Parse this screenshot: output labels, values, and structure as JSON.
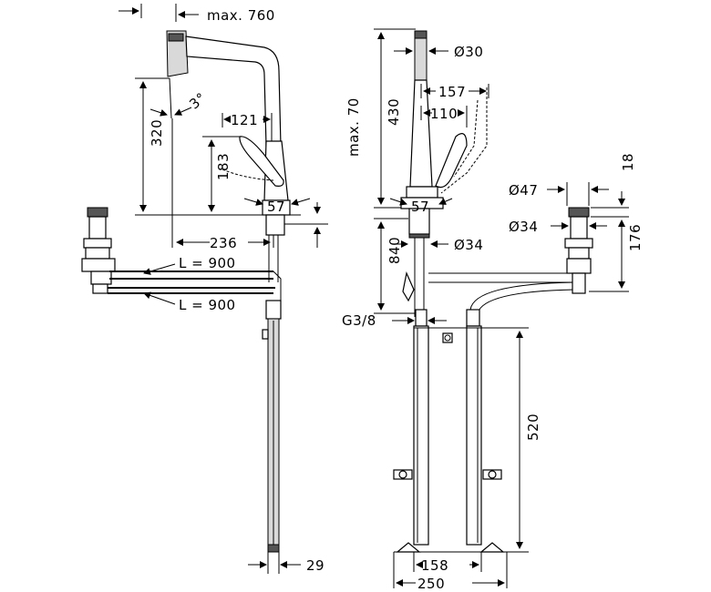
{
  "labels": {
    "max760": "max. 760",
    "angle3": "3°",
    "d121": "121",
    "d320": "320",
    "d183": "183",
    "max70": "max. 70",
    "d57_left": "57",
    "d236": "236",
    "l900_top": "L = 900",
    "l900_bottom": "L = 900",
    "d29": "29",
    "d430": "430",
    "dia30": "Ø30",
    "d157": "157",
    "d110": "110",
    "d57_right": "57",
    "d840": "840",
    "dia34_right": "Ø34",
    "g38": "G3/8",
    "d520": "520",
    "d158": "158",
    "d250": "250",
    "dia47": "Ø47",
    "dia34_side": "Ø34",
    "d18": "18",
    "d176": "176"
  }
}
